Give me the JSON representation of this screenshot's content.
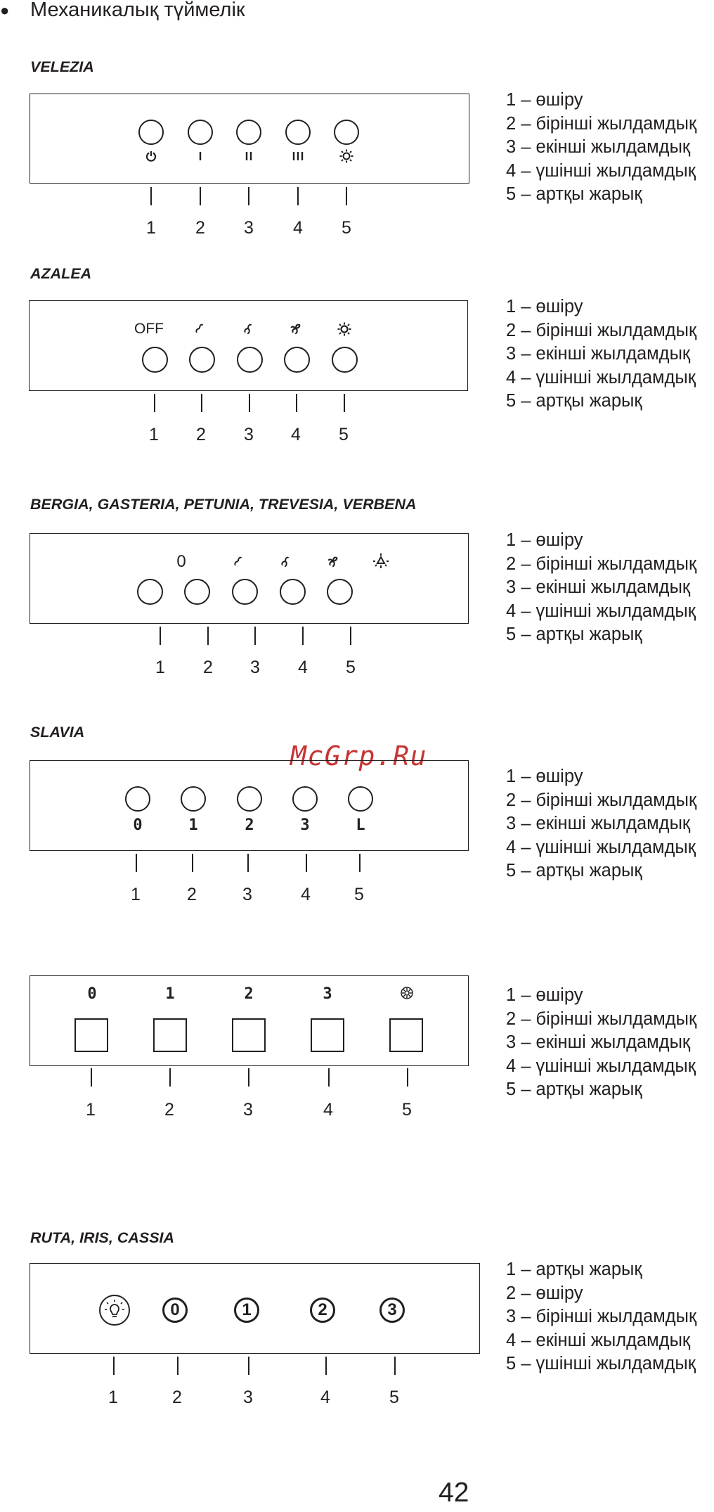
{
  "header": {
    "bullet": "●",
    "title": "Механикалық түймелік"
  },
  "legend_a": [
    "1 – өшіру",
    "2 – бірінші жылдамдық",
    "3 – екінші жылдамдық",
    "4 – үшінші жылдамдық",
    "5 – артқы жарық"
  ],
  "legend_b": [
    "1 – артқы жарық",
    "2 – өшіру",
    "3 – бірінші жылдамдық",
    "4 – екінші жылдамдық",
    "5 – үшінші жылдамдық"
  ],
  "numbers": [
    "1",
    "2",
    "3",
    "4",
    "5"
  ],
  "sections": {
    "velezia": {
      "title": "VELEZIA"
    },
    "azalea": {
      "title": "AZALEA",
      "off_label": "OFF"
    },
    "bergia": {
      "title": "BERGIA, GASTERIA, PETUNIA, TREVESIA, VERBENA",
      "off_symbol": "0"
    },
    "slavia": {
      "title": "SLAVIA",
      "labels": [
        "0",
        "1",
        "2",
        "3",
        "L"
      ]
    },
    "square": {
      "labels": [
        "0",
        "1",
        "2",
        "3"
      ]
    },
    "ruta": {
      "title": "RUTA, IRIS, CASSIA",
      "labels": [
        "0",
        "1",
        "2",
        "3"
      ]
    }
  },
  "icons": [
    "power-icon",
    "speed-1-icon",
    "speed-2-icon",
    "speed-3-icon",
    "light-icon",
    "fan-icon",
    "bulb-icon"
  ],
  "watermark": "McGrp.Ru",
  "page_number": "42",
  "colors": {
    "ink": "#231f20",
    "watermark": "#c63535"
  }
}
